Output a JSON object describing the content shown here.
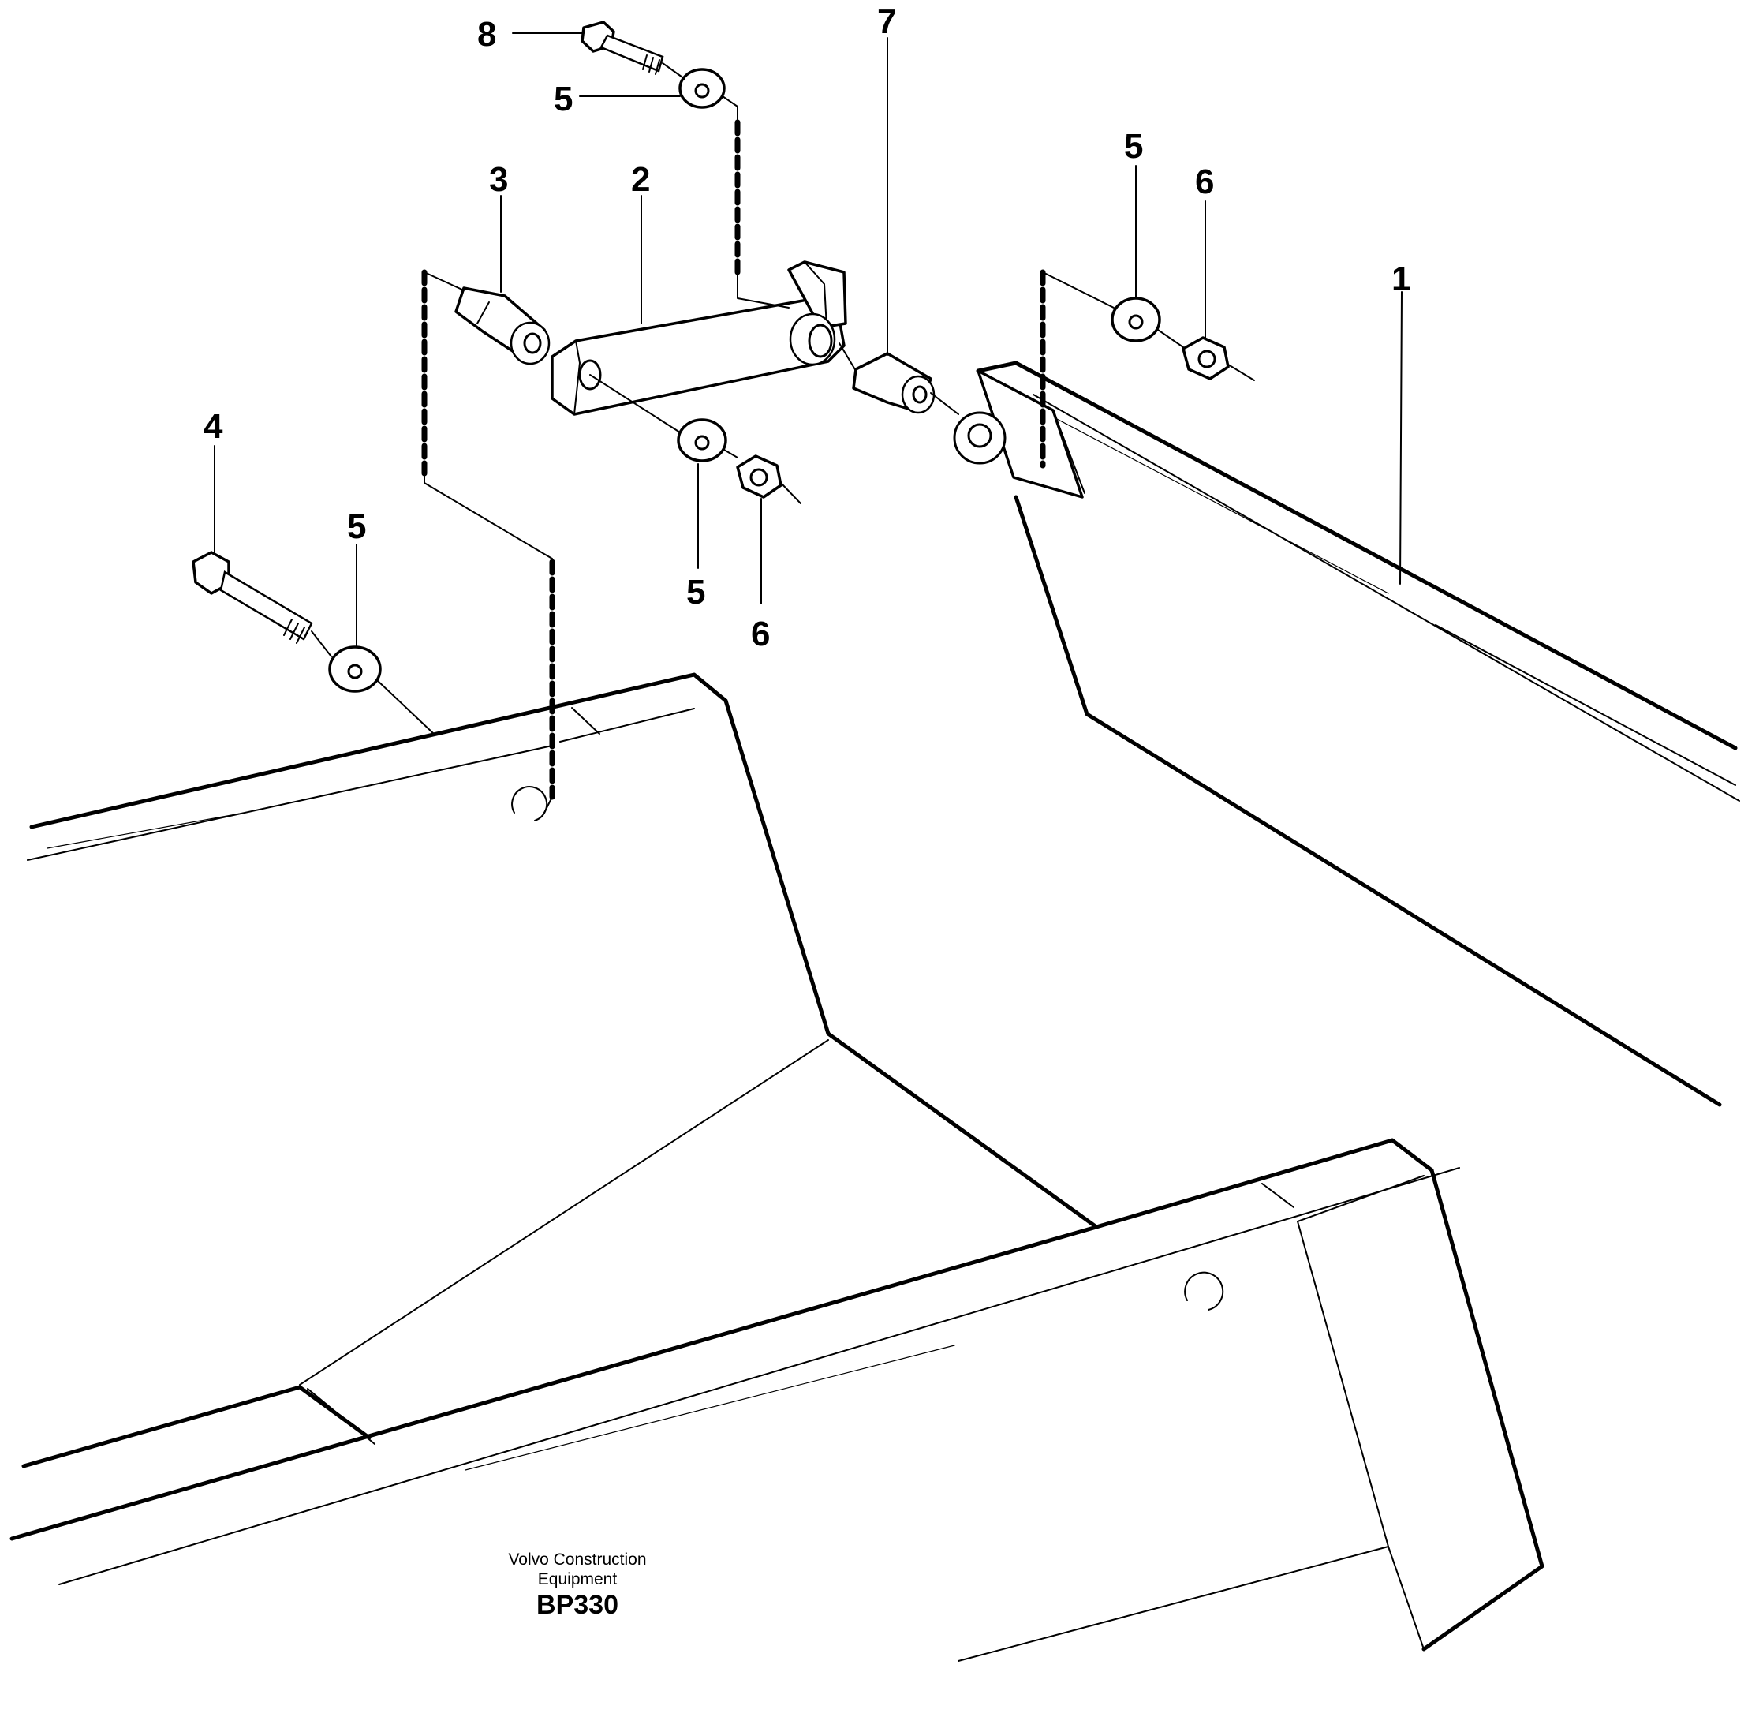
{
  "callouts": [
    {
      "id": "c8",
      "label": "8"
    },
    {
      "id": "c5a",
      "label": "5"
    },
    {
      "id": "c7",
      "label": "7"
    },
    {
      "id": "c3",
      "label": "3"
    },
    {
      "id": "c2",
      "label": "2"
    },
    {
      "id": "c5b",
      "label": "5"
    },
    {
      "id": "c6a",
      "label": "6"
    },
    {
      "id": "c1",
      "label": "1"
    },
    {
      "id": "c4",
      "label": "4"
    },
    {
      "id": "c5c",
      "label": "5"
    },
    {
      "id": "c5d",
      "label": "5"
    },
    {
      "id": "c6b",
      "label": "6"
    }
  ],
  "footer": {
    "line1": "Volvo Construction",
    "line2": "Equipment",
    "code": "BP330"
  }
}
